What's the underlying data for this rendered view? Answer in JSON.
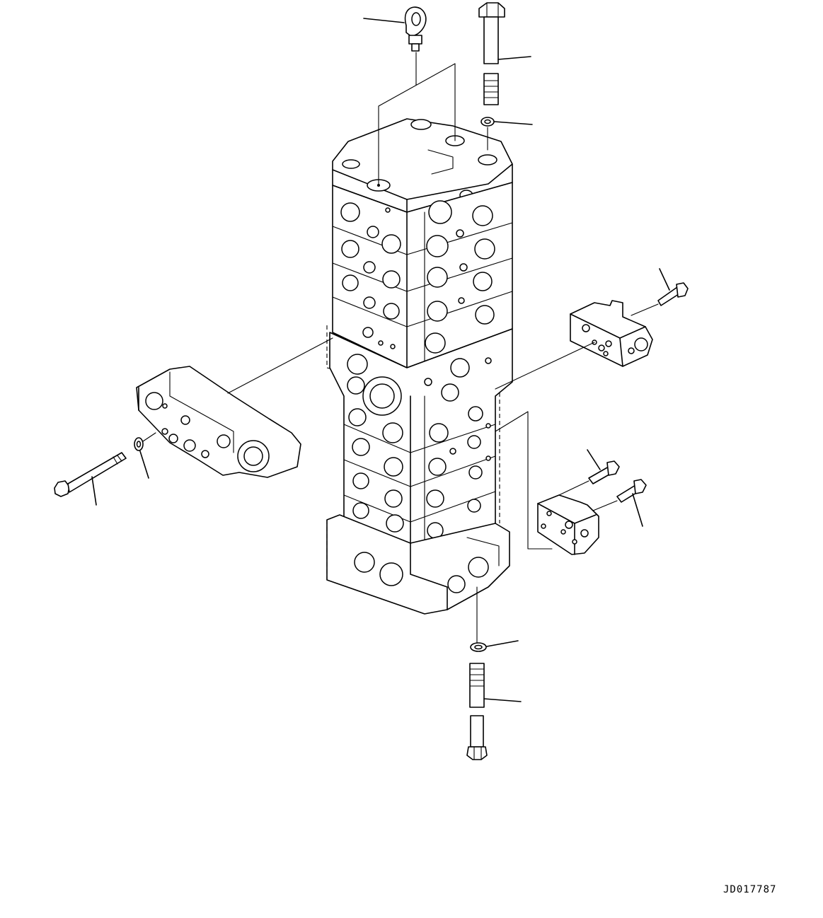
{
  "drawing": {
    "code": "JD017787"
  },
  "colors": {
    "line": "#000000",
    "background": "#ffffff"
  },
  "parts": [
    {
      "name": "control-valve-assembly"
    },
    {
      "name": "eye-bolt"
    },
    {
      "name": "tie-bolt-upper"
    },
    {
      "name": "washer-upper"
    },
    {
      "name": "inlet-end-block"
    },
    {
      "name": "tie-bolt-left"
    },
    {
      "name": "washer-left"
    },
    {
      "name": "valve-block-right"
    },
    {
      "name": "bolt-right-upper"
    },
    {
      "name": "valve-block-lower-right"
    },
    {
      "name": "bolt-lower-right-a"
    },
    {
      "name": "bolt-lower-right-b"
    },
    {
      "name": "washer-bottom"
    },
    {
      "name": "tie-bolt-bottom"
    }
  ]
}
